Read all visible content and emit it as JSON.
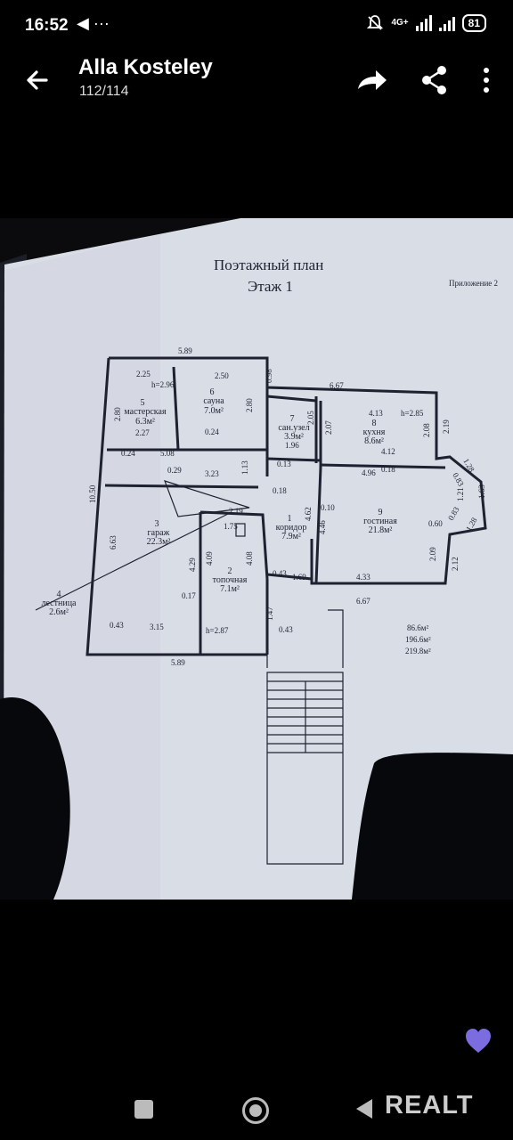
{
  "status": {
    "time": "16:52",
    "left_icons": "◀ ···",
    "network": "4G+",
    "battery": "81"
  },
  "app_bar": {
    "title": "Alla Kosteley",
    "subtitle": "112/114"
  },
  "plan": {
    "heading": "Поэтажный план",
    "floor": "Этаж 1",
    "appendix": "Приложение 2",
    "rooms": [
      {
        "num": "5",
        "name": "мастерская",
        "area": "6.3м²"
      },
      {
        "num": "6",
        "name": "сауна",
        "area": "7.0м²"
      },
      {
        "num": "7",
        "name": "сан.узел",
        "area": "3.9м²"
      },
      {
        "num": "8",
        "name": "кухня",
        "area": "8.6м²"
      },
      {
        "num": "3",
        "name": "гараж",
        "area": "22.3м²"
      },
      {
        "num": "1",
        "name": "коридор",
        "area": "7.9м²"
      },
      {
        "num": "9",
        "name": "гостиная",
        "area": "21.8м²"
      },
      {
        "num": "2",
        "name": "топочная",
        "area": "7.1м²"
      },
      {
        "num": "4",
        "name": "лестница",
        "area": "2.6м²"
      }
    ],
    "dims": {
      "top_589": "5.89",
      "d225": "2.25",
      "d250": "2.50",
      "h296": "h=2.96",
      "d098": "0.98",
      "d667": "6.67",
      "d280a": "2.80",
      "d280b": "2.80",
      "d227": "2.27",
      "d024a": "0.24",
      "d024b": "0.24",
      "d508": "5.08",
      "d029": "0.29",
      "d323": "3.23",
      "d113": "1.13",
      "d205": "2.05",
      "d207": "2.07",
      "d196": "1.96",
      "d013": "0.13",
      "d413": "4.13",
      "h285": "h=2.85",
      "d208": "2.08",
      "d219": "2.19",
      "d412": "4.12",
      "d496": "4.96",
      "d018a": "0.18",
      "d128a": "1.28",
      "d083a": "0.83",
      "d121": "1.21",
      "d163": "1.63",
      "d083b": "0.83",
      "d128b": "1.28",
      "d060": "0.60",
      "d1050": "10.50",
      "d663": "6.63",
      "d219b": "2.19",
      "d175": "1.75",
      "d018b": "0.18",
      "d462": "4.62",
      "d010": "0.10",
      "d446": "4.46",
      "d209": "2.09",
      "d212": "2.12",
      "d429": "4.29",
      "d409": "4.09",
      "d408": "4.08",
      "d043a": "0.43",
      "d169": "1.69",
      "d433": "4.33",
      "d667b": "6.67",
      "d017": "0.17",
      "d147": "1.47",
      "d043b": "0.43",
      "d315": "3.15",
      "h287": "h=2.87",
      "d043c": "0.43",
      "bottom_589": "5.89"
    },
    "totals": [
      "86.6м²",
      "196.6м²",
      "219.8м²"
    ]
  },
  "watermark": "REALT"
}
